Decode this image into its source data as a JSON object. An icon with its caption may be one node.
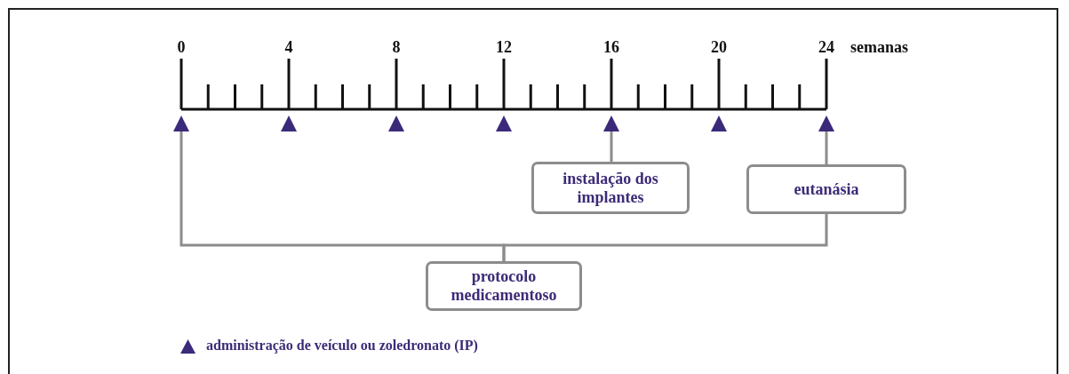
{
  "diagram": {
    "nodes": [
      {
        "text": [],
        "shape": "triangle"
      },
      {
        "text": [],
        "shape": "triangle"
      },
      {
        "text": [],
        "shape": "triangle"
      },
      {
        "text": [],
        "shape": "triangle"
      },
      {
        "text": [],
        "shape": "triangle"
      },
      {
        "text": [],
        "shape": "triangle"
      },
      {
        "text": [],
        "shape": "triangle"
      },
      {
        "text": [
          "instalação dos implantes"
        ]
      },
      {
        "text": [
          "eutanásia"
        ]
      },
      {
        "text": [
          "protocolo medicamentoso"
        ]
      }
    ],
    "edges": [
      {
        "from": 7,
        "to": 4,
        "arrow": "none"
      },
      {
        "from": 8,
        "to": 6,
        "arrow": "none"
      },
      {
        "from": 9,
        "to": 0,
        "arrow": "none"
      },
      {
        "from": 9,
        "to": 8,
        "arrow": "none"
      }
    ],
    "labels": [
      "0",
      "4",
      "8",
      "12",
      "16",
      "20",
      "24",
      "semanas"
    ],
    "legend": [
      {
        "text": "administração de veículo ou zoledronato (IP)"
      }
    ]
  }
}
